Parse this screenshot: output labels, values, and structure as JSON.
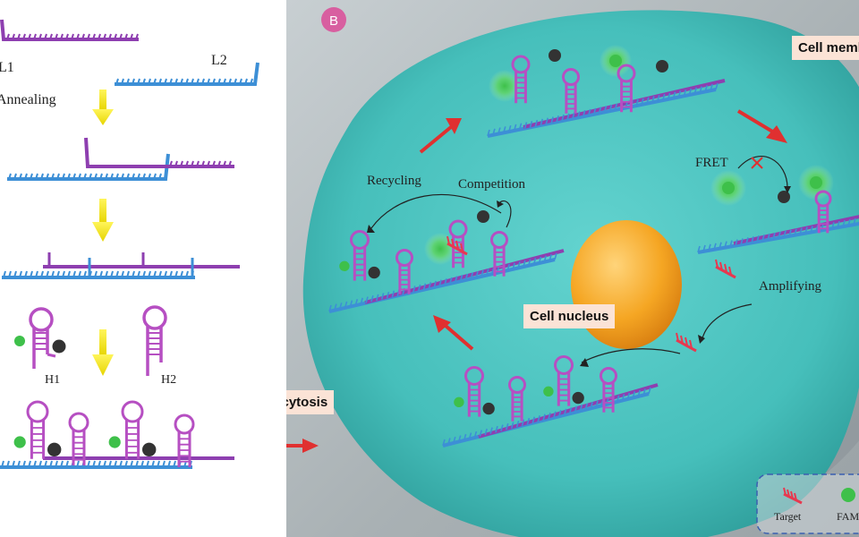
{
  "panel_a": {
    "labels": {
      "l1": "L1",
      "l2": "L2",
      "annealing": "Annealing",
      "h1": "H1",
      "h2": "H2"
    }
  },
  "panel_b": {
    "badge": "B",
    "cell_membrane": "Cell membrane",
    "endocytosis": "Endocytosis",
    "cell_nucleus": "Cell nucleus",
    "fret": "FRET",
    "recycling": "Recycling",
    "competition": "Competition",
    "amplifying": "Amplifying",
    "legend": {
      "target": "Target",
      "fam": "FAM"
    }
  },
  "colors": {
    "purple_strand": "#8e3fb0",
    "blue_strand": "#3d8fd6",
    "hairpin_magenta": "#b64fc2",
    "target_red": "#e8384f",
    "fam_green": "#3ec04a",
    "quencher_dark": "#333333",
    "arrow_yellow": "#f2e600",
    "arrow_red": "#e03030",
    "cell_cyan": "#4fc3c0",
    "nucleus_orange": "#f5a623",
    "label_box": "#fbe3d6",
    "badge_pink": "#d85fa0"
  }
}
